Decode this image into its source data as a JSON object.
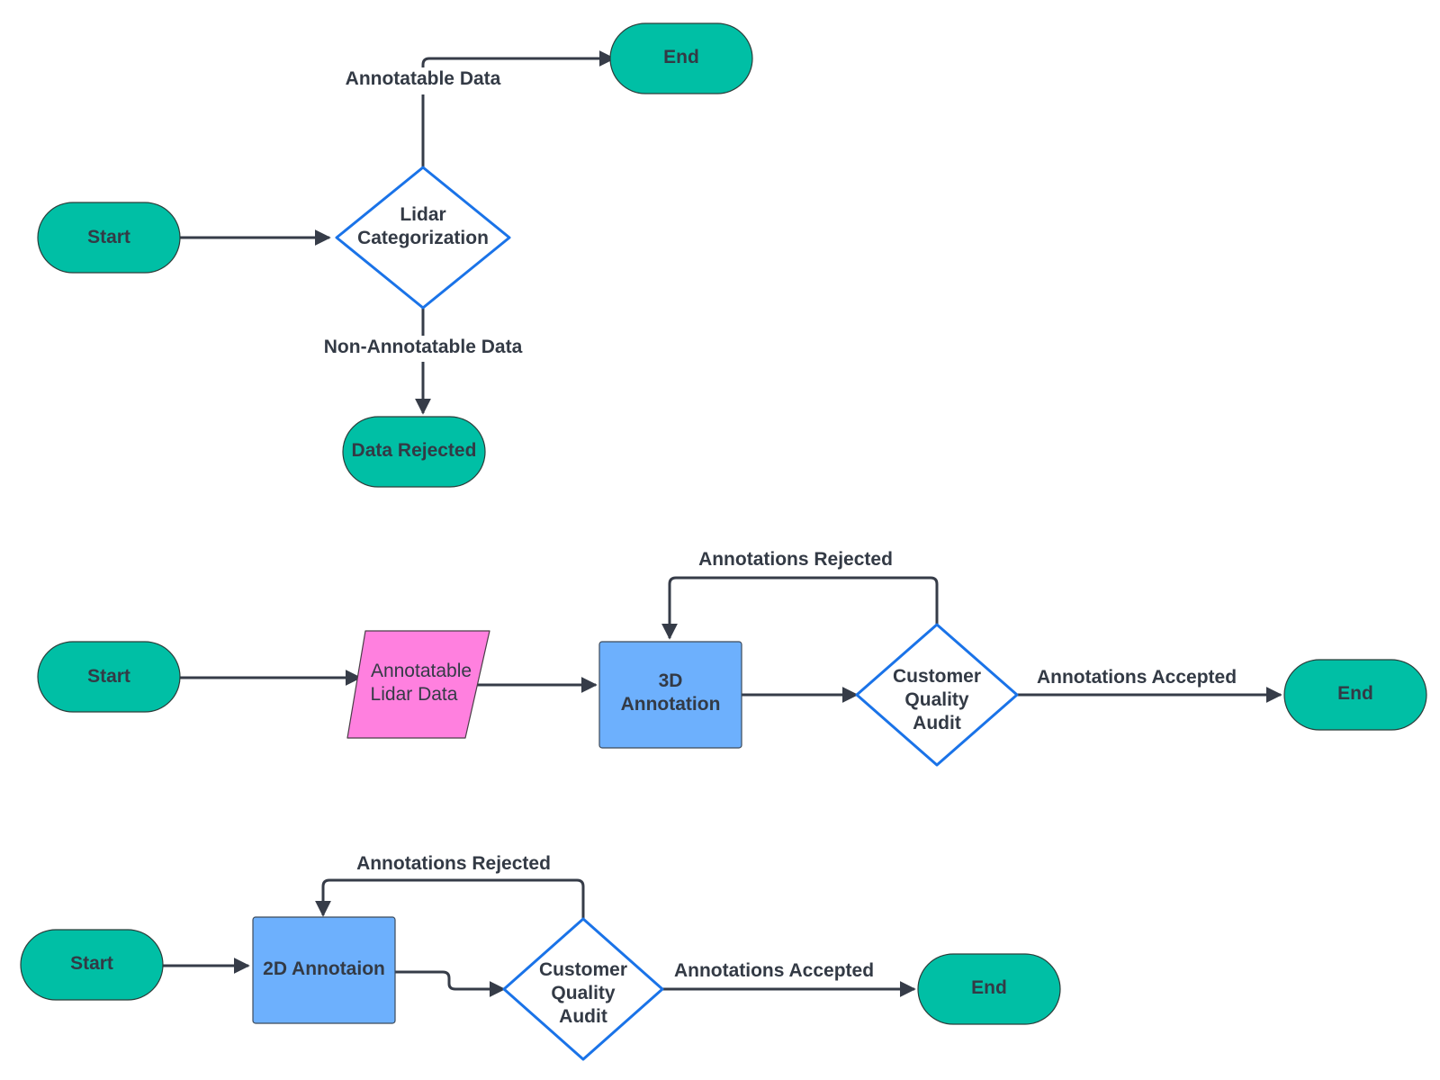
{
  "colors": {
    "terminal_fill": "#00bfa5",
    "process_fill": "#6db0fd",
    "io_fill": "#ff80df",
    "decision_stroke": "#1a73e8",
    "edge": "#363c48",
    "text": "#333a45"
  },
  "flow1": {
    "start": "Start",
    "decision_line1": "Lidar",
    "decision_line2": "Categorization",
    "end": "End",
    "rejected": "Data Rejected",
    "label_yes": "Annotatable Data",
    "label_no": "Non-Annotatable Data"
  },
  "flow2": {
    "start": "Start",
    "input_line1": "Annotatable",
    "input_line2": "Lidar Data",
    "process_line1": "3D",
    "process_line2": "Annotation",
    "decision_line1": "Customer",
    "decision_line2": "Quality",
    "decision_line3": "Audit",
    "end": "End",
    "label_rejected": "Annotations Rejected",
    "label_accepted": "Annotations Accepted"
  },
  "flow3": {
    "start": "Start",
    "process": "2D Annotaion",
    "decision_line1": "Customer",
    "decision_line2": "Quality",
    "decision_line3": "Audit",
    "end": "End",
    "label_rejected": "Annotations Rejected",
    "label_accepted": "Annotations Accepted"
  }
}
